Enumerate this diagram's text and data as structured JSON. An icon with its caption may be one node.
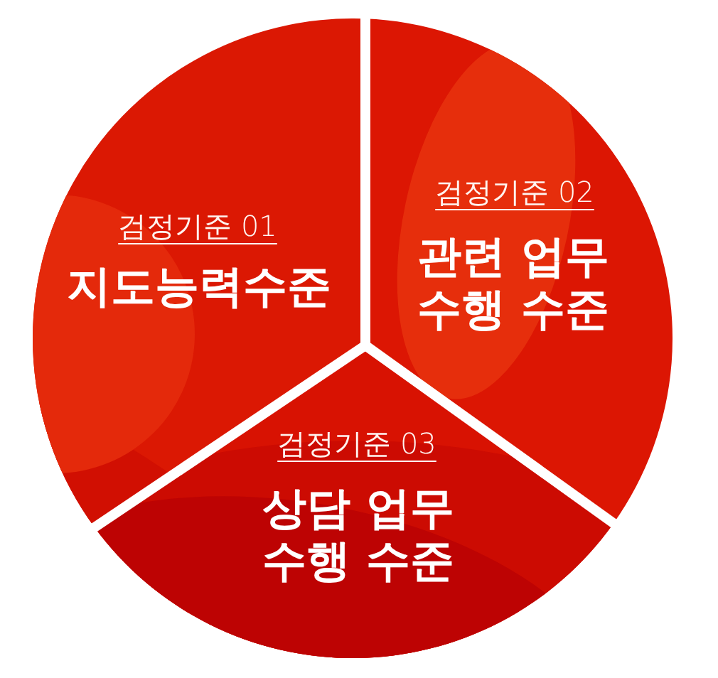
{
  "diagram": {
    "nodes": [
      {
        "text": [
          "검정기준 01",
          "지도능력수준"
        ]
      },
      {
        "text": [
          "검정기준 02",
          "관련 업무 수행 수준"
        ]
      },
      {
        "text": [
          "검정기준 03",
          "상담 업무 수행 수준"
        ]
      }
    ]
  }
}
